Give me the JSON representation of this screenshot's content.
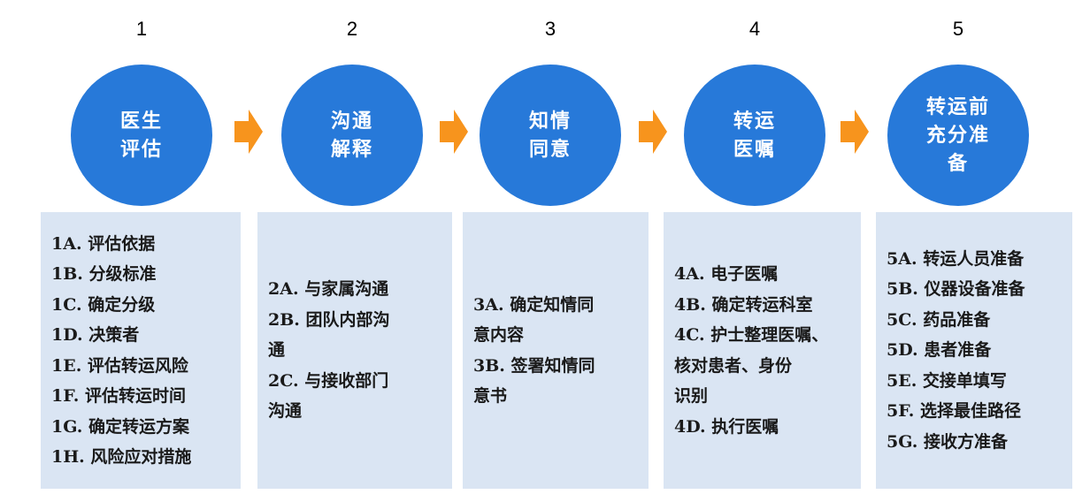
{
  "steps": [
    {
      "number": "1",
      "title_lines": [
        "医生",
        "评估"
      ],
      "items": [
        "1A. 评估依据",
        "1B. 分级标准",
        "1C. 确定分级",
        "1D. 决策者",
        "1E. 评估转运风险",
        "1F. 评估转运时间",
        "1G. 确定转运方案",
        "1H. 风险应对措施"
      ]
    },
    {
      "number": "2",
      "title_lines": [
        "沟通",
        "解释"
      ],
      "items": [
        "2A. 与家属沟通",
        "2B. 团队内部沟",
        "通",
        "2C. 与接收部门",
        "沟通"
      ]
    },
    {
      "number": "3",
      "title_lines": [
        "知情",
        "同意"
      ],
      "items": [
        "3A. 确定知情同",
        "意内容",
        "3B. 签署知情同",
        "意书"
      ]
    },
    {
      "number": "4",
      "title_lines": [
        "转运",
        "医嘱"
      ],
      "items": [
        "4A. 电子医嘱",
        "4B. 确定转运科室",
        "4C. 护士整理医嘱、",
        "核对患者、身份",
        "识别",
        "4D. 执行医嘱"
      ]
    },
    {
      "number": "5",
      "title_lines": [
        "转运前",
        "充分准",
        "备"
      ],
      "items": [
        "5A. 转运人员准备",
        "5B. 仪器设备准备",
        "5C. 药品准备",
        "5D. 患者准备",
        "5E. 交接单填写",
        "5F. 选择最佳路径",
        "5G. 接收方准备"
      ]
    }
  ],
  "colors": {
    "circle": "#2779d9",
    "arrow": "#f7941d",
    "box": "#dae5f3"
  }
}
